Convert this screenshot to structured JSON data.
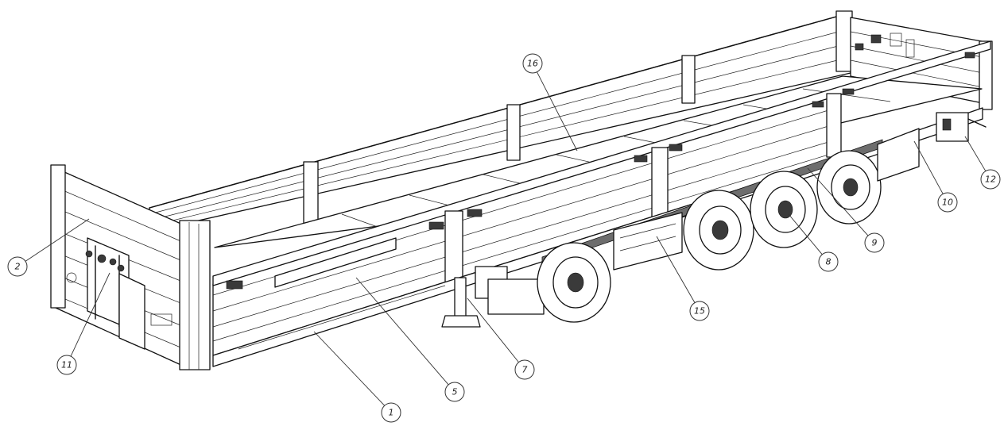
{
  "drawing": {
    "subject": "flatbed semi-trailer with drop sides",
    "line_color": "#111111",
    "background_color": "#ffffff"
  },
  "callouts": [
    {
      "label": "1"
    },
    {
      "label": "2"
    },
    {
      "label": "5"
    },
    {
      "label": "7"
    },
    {
      "label": "8"
    },
    {
      "label": "9"
    },
    {
      "label": "10"
    },
    {
      "label": "11"
    },
    {
      "label": "12"
    },
    {
      "label": "15"
    },
    {
      "label": "16"
    }
  ]
}
